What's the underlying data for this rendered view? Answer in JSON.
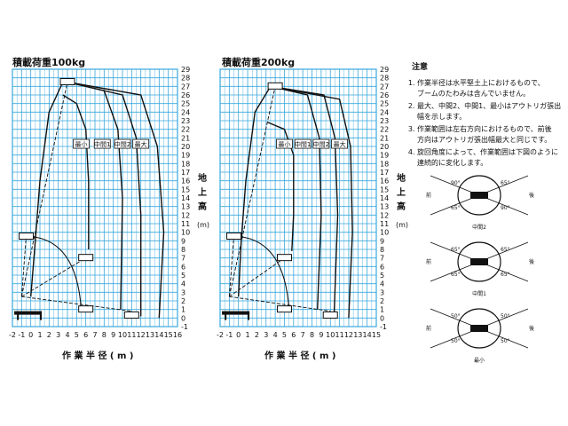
{
  "charts": [
    {
      "title": "積載荷重100kg",
      "xlabel": "作 業 半 径 ( m )",
      "ylabel_chars": [
        "地",
        "上",
        "高"
      ],
      "ylabel_unit": "(m)",
      "x_ticks": [
        "-2",
        "-1",
        "0",
        "1",
        "2",
        "3",
        "4",
        "5",
        "6",
        "7",
        "8",
        "9",
        "10",
        "11",
        "12",
        "13",
        "14",
        "15",
        "16"
      ],
      "y_ticks": [
        "-1",
        "0",
        "1",
        "2",
        "3",
        "4",
        "5",
        "6",
        "7",
        "8",
        "9",
        "10",
        "11",
        "12",
        "13",
        "14",
        "15",
        "16",
        "17",
        "18",
        "19",
        "20",
        "21",
        "22",
        "23",
        "24",
        "25",
        "26",
        "27",
        "28",
        "29"
      ],
      "outrigger_labels": [
        "最小",
        "中間1",
        "中間2",
        "最大"
      ]
    },
    {
      "title": "積載荷重200kg",
      "xlabel": "作 業 半 径 ( m )",
      "ylabel_chars": [
        "地",
        "上",
        "高"
      ],
      "ylabel_unit": "(m)",
      "x_ticks": [
        "-2",
        "-1",
        "0",
        "1",
        "2",
        "3",
        "4",
        "5",
        "6",
        "7",
        "8",
        "9",
        "10",
        "11",
        "12",
        "13",
        "14",
        "15"
      ],
      "y_ticks": [
        "-1",
        "0",
        "1",
        "2",
        "3",
        "4",
        "5",
        "6",
        "7",
        "8",
        "9",
        "10",
        "11",
        "12",
        "13",
        "14",
        "15",
        "16",
        "17",
        "18",
        "19",
        "20",
        "21",
        "22",
        "23",
        "24",
        "25",
        "26",
        "27",
        "28",
        "29"
      ],
      "outrigger_labels": [
        "最小",
        "中間1",
        "中間2",
        "最大"
      ]
    }
  ],
  "notes": {
    "heading": "注意",
    "items": [
      [
        "作業半径は水平堅土上におけるもので、",
        "ブームのたわみは含んでいません。"
      ],
      [
        "最大、中間2、中間1、最小はアウトリガ張出",
        "幅を示します。"
      ],
      [
        "作業範囲は左右方向におけるもので、前後",
        "方向はアウトリガ張出幅最大と同じです。"
      ],
      [
        "旋回角度によって、作業範囲は下図のように",
        "連続的に変化します。"
      ]
    ]
  },
  "sectors": [
    {
      "caption": "中間2",
      "front": "前",
      "rear": "後",
      "angles": [
        "90°",
        "65°",
        "65°",
        "90°"
      ]
    },
    {
      "caption": "中間1",
      "front": "前",
      "rear": "後",
      "angles": [
        "65°",
        "65°",
        "65°",
        "65°"
      ]
    },
    {
      "caption": "最小",
      "front": "前",
      "rear": "後",
      "angles": [
        "50°",
        "50°",
        "50°",
        "50°"
      ]
    }
  ],
  "colors": {
    "grid": "#38a8dc",
    "ink": "#111111",
    "paper": "#ffffff"
  }
}
